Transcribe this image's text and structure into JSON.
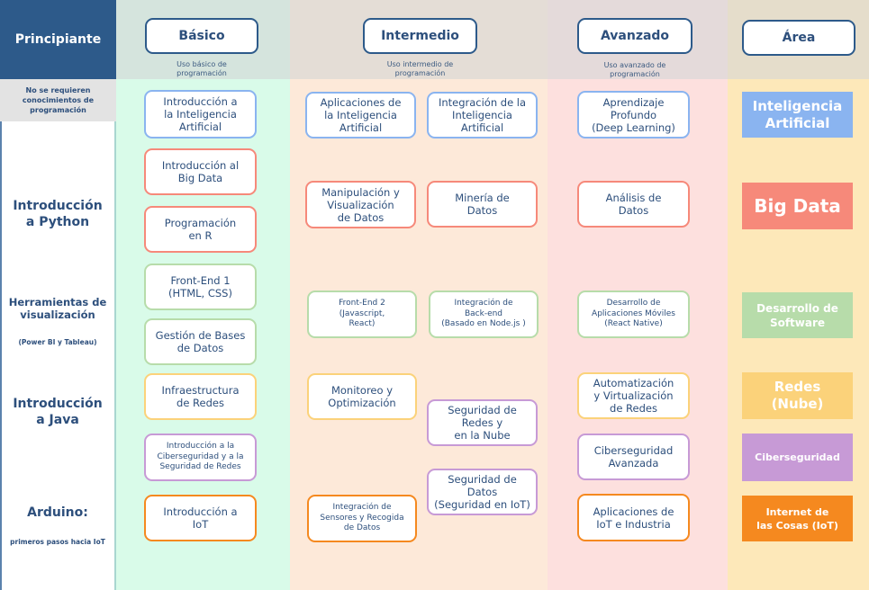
{
  "sidebar": {
    "title": "Principiante",
    "note": "No se requieren\nconocimientos de\nprogramación",
    "items": [
      {
        "title": "Introducción\na Python",
        "subtitle": ""
      },
      {
        "title": "Herramientas de\nvisualización",
        "subtitle": "(Power BI y Tableau)"
      },
      {
        "title": "Introducción\na Java",
        "subtitle": ""
      },
      {
        "title": "Arduino:",
        "subtitle": "primeros pasos hacia IoT"
      }
    ]
  },
  "levels": [
    {
      "label": "Básico",
      "description": "Uso básico de\nprogramación"
    },
    {
      "label": "Intermedio",
      "description": "Uso intermedio de\nprogramación"
    },
    {
      "label": "Avanzado",
      "description": "Uso avanzado de\nprogramación"
    },
    {
      "label": "Área",
      "description": ""
    }
  ],
  "colors": {
    "header_blue": "#2d5a8a",
    "ia": "#8ab4f0",
    "big_data": "#f6897a",
    "software": "#b7dcaa",
    "redes": "#fbd27a",
    "ciber": "#c79ad6",
    "iot": "#f5891f"
  },
  "areas": [
    {
      "label": "Inteligencia\nArtificial",
      "color": "#8ab4f0"
    },
    {
      "label": "Big Data",
      "color": "#f6897a"
    },
    {
      "label": "Desarrollo de\nSoftware",
      "color": "#b7dcaa"
    },
    {
      "label": "Redes\n(Nube)",
      "color": "#fbd27a"
    },
    {
      "label": "Ciberseguridad",
      "color": "#c79ad6"
    },
    {
      "label": "Internet de\nlas Cosas (IoT)",
      "color": "#f5891f"
    }
  ],
  "courses": {
    "basico": [
      {
        "label": "Introducción a\nla Inteligencia\nArtificial",
        "area": "ia"
      },
      {
        "label": "Introducción al\nBig Data",
        "area": "big_data"
      },
      {
        "label": "Programación\nen R",
        "area": "big_data"
      },
      {
        "label": "Front-End 1\n(HTML, CSS)",
        "area": "software"
      },
      {
        "label": "Gestión de Bases\nde Datos",
        "area": "software"
      },
      {
        "label": "Infraestructura\nde Redes",
        "area": "redes"
      },
      {
        "label": "Introducción a la\nCiberseguridad y a la\nSeguridad de Redes",
        "area": "ciber"
      },
      {
        "label": "Introducción a\nIoT",
        "area": "iot"
      }
    ],
    "intermedio": [
      {
        "label": "Aplicaciones de\nla Inteligencia\nArtificial",
        "area": "ia"
      },
      {
        "label": "Integración de la\nInteligencia\nArtificial",
        "area": "ia"
      },
      {
        "label": "Manipulación y\nVisualización\nde Datos",
        "area": "big_data"
      },
      {
        "label": "Minería de\nDatos",
        "area": "big_data"
      },
      {
        "label": "Front-End 2\n(Javascript,\nReact)",
        "area": "software"
      },
      {
        "label": "Integración de\nBack-end\n(Basado en Node.js )",
        "area": "software"
      },
      {
        "label": "Monitoreo y\nOptimización",
        "area": "redes"
      },
      {
        "label": "Seguridad de\nRedes y\nen la Nube",
        "area": "ciber"
      },
      {
        "label": "Seguridad de\nDatos\n(Seguridad en IoT)",
        "area": "ciber"
      },
      {
        "label": "Integración de\nSensores y Recogida\nde Datos",
        "area": "iot"
      }
    ],
    "avanzado": [
      {
        "label": "Aprendizaje\nProfundo\n(Deep Learning)",
        "area": "ia"
      },
      {
        "label": "Análisis de\nDatos",
        "area": "big_data"
      },
      {
        "label": "Desarrollo de\nAplicaciones Móviles\n(React Native)",
        "area": "software"
      },
      {
        "label": "Automatización\ny Virtualización\nde Redes",
        "area": "redes"
      },
      {
        "label": "Ciberseguridad\nAvanzada",
        "area": "ciber"
      },
      {
        "label": "Aplicaciones de\nIoT e Industria",
        "area": "iot"
      }
    ]
  }
}
